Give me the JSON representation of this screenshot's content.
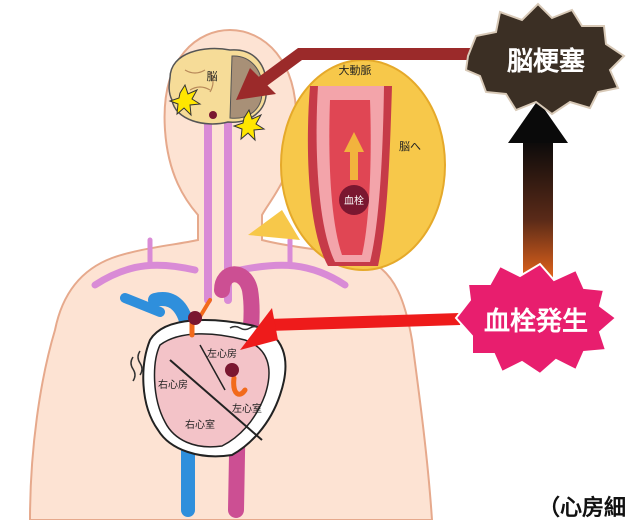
{
  "colors": {
    "skin": "#fde3d3",
    "skin_outline": "#e6a98c",
    "artery": "#d98bd6",
    "vein": "#2f8fdc",
    "aorta": "#cc4f93",
    "clot": "#7a1730",
    "heart_red": "#f3c3c8",
    "brain": "#f6dc98",
    "brain_infarct": "#a89077",
    "magnifier_bg": "#f7c84a",
    "infarct_burst_bg": "#3b2f24",
    "infarct_burst_text": "#ffffff",
    "thrombus_burst_bg": "#e81e6e",
    "thrombus_burst_text": "#ffffff",
    "arrow_dark_red": "#9b2a2a",
    "arrow_red": "#ee1b1b"
  },
  "labels": {
    "infarct_burst": "脳梗塞",
    "thrombus_burst": "血栓発生",
    "brain": "脳",
    "aorta": "大動脈",
    "to_brain": "脳へ",
    "clot": "血栓",
    "left_atrium": "左心房",
    "right_atrium": "右心房",
    "right_ventricle": "右心室",
    "left_ventricle": "左心室",
    "caption": "（心房細"
  },
  "icons": [
    "up-arrow-icon",
    "spark-icon",
    "spark-icon"
  ]
}
